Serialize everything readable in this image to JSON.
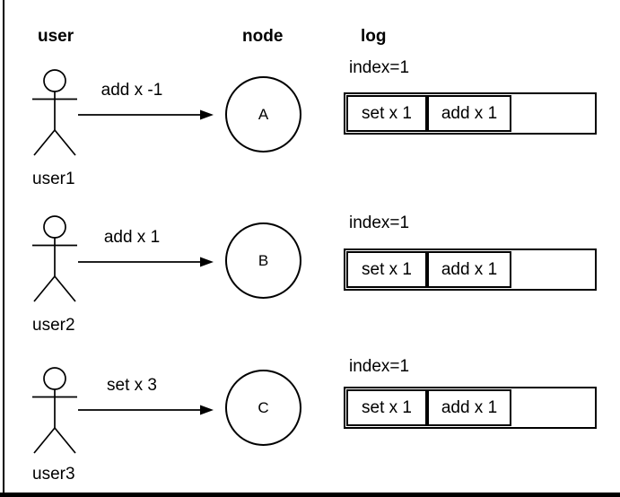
{
  "colors": {
    "ink": "#000000",
    "background": "#ffffff"
  },
  "headers": {
    "user": "user",
    "node": "node",
    "log": "log"
  },
  "rows": [
    {
      "user_label": "user1",
      "command": "add x -1",
      "node_label": "A",
      "log_index": "index=1",
      "log_cells": [
        "set x 1",
        "add x 1",
        ""
      ]
    },
    {
      "user_label": "user2",
      "command": "add x 1",
      "node_label": "B",
      "log_index": "index=1",
      "log_cells": [
        "set x 1",
        "add x 1",
        ""
      ]
    },
    {
      "user_label": "user3",
      "command": "set x 3",
      "node_label": "C",
      "log_index": "index=1",
      "log_cells": [
        "set x 1",
        "add x 1",
        ""
      ]
    }
  ]
}
